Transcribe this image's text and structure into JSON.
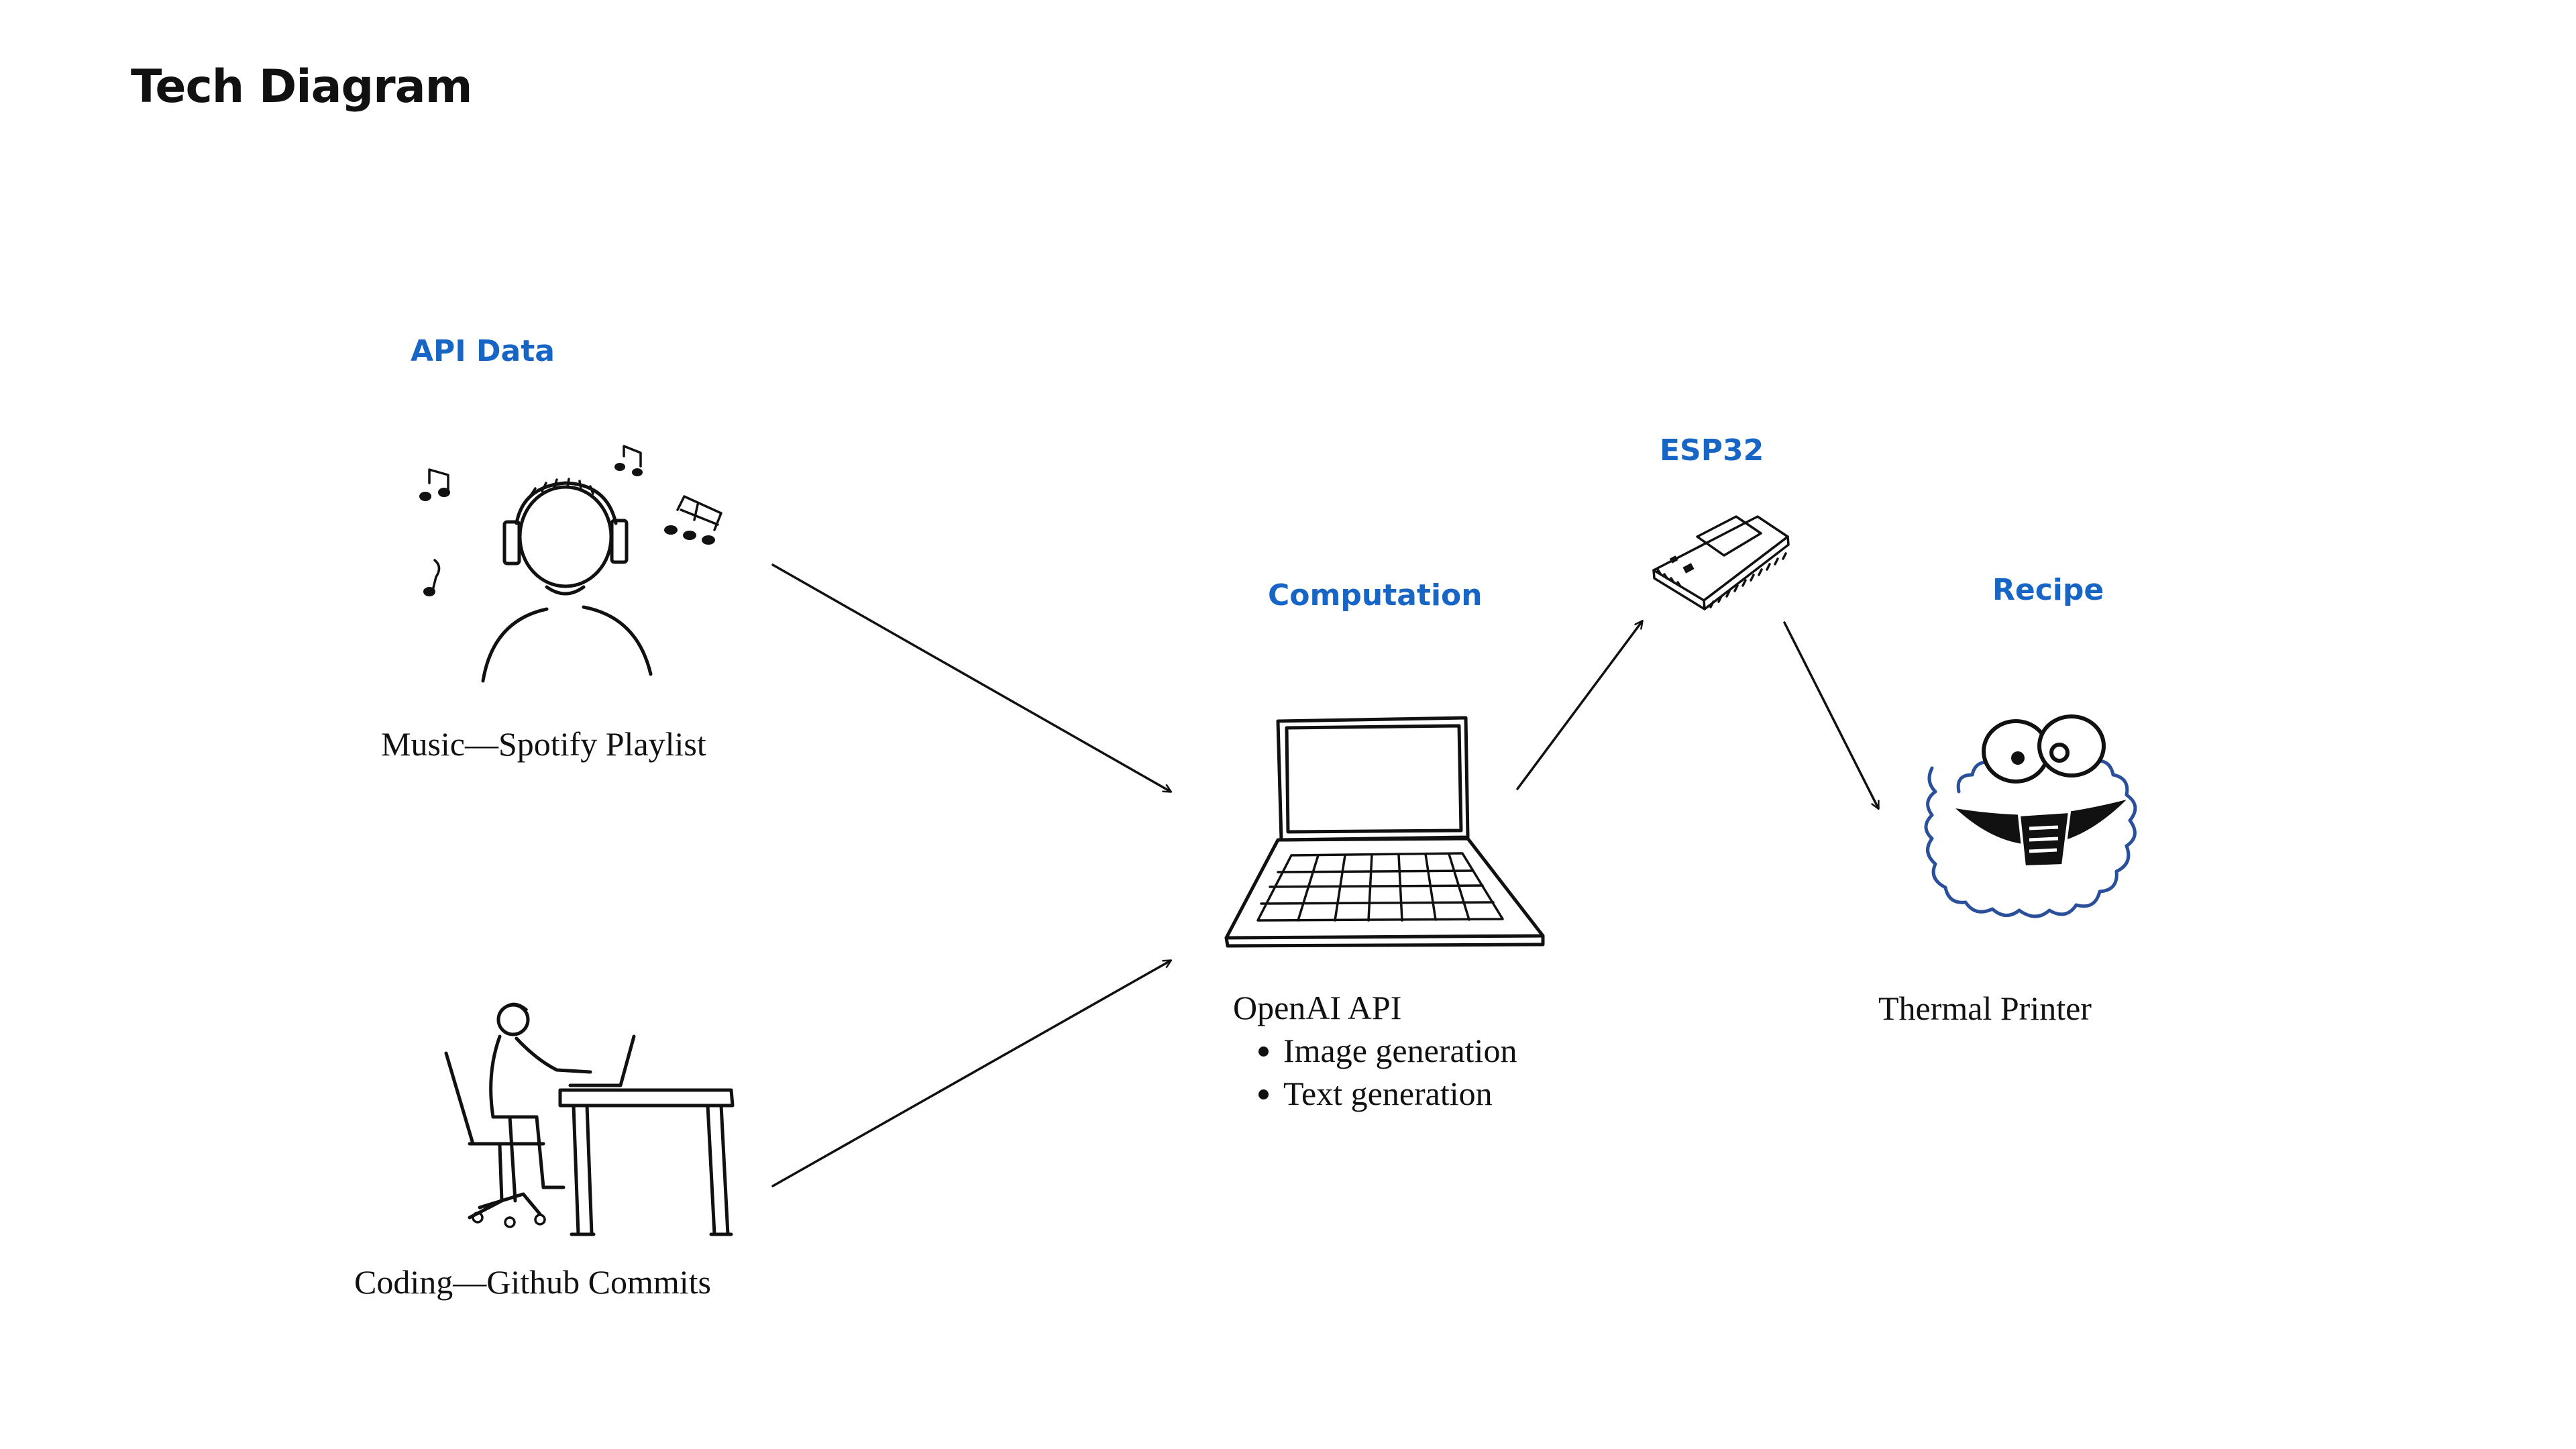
{
  "title": "Tech Diagram",
  "sections": {
    "api_data": "API Data",
    "computation": "Computation",
    "esp32": "ESP32",
    "recipe": "Recipe"
  },
  "nodes": {
    "music": {
      "caption": "Music—Spotify Playlist",
      "icon": "person-headphones-icon"
    },
    "coding": {
      "caption": "Coding—Github Commits",
      "icon": "person-at-desk-icon"
    },
    "computation": {
      "caption": "OpenAI API",
      "bullets": [
        "Image generation",
        "Text generation"
      ],
      "icon": "laptop-icon"
    },
    "esp32": {
      "icon": "esp32-board-icon"
    },
    "printer": {
      "caption": "Thermal Printer",
      "icon": "cookie-monster-icon"
    }
  },
  "edges": [
    {
      "from": "music",
      "to": "computation"
    },
    {
      "from": "coding",
      "to": "computation"
    },
    {
      "from": "computation",
      "to": "esp32"
    },
    {
      "from": "esp32",
      "to": "printer"
    }
  ],
  "colors": {
    "section_label": "#1766c6",
    "text": "#111111",
    "printer_outline": "#2a4f9b"
  }
}
